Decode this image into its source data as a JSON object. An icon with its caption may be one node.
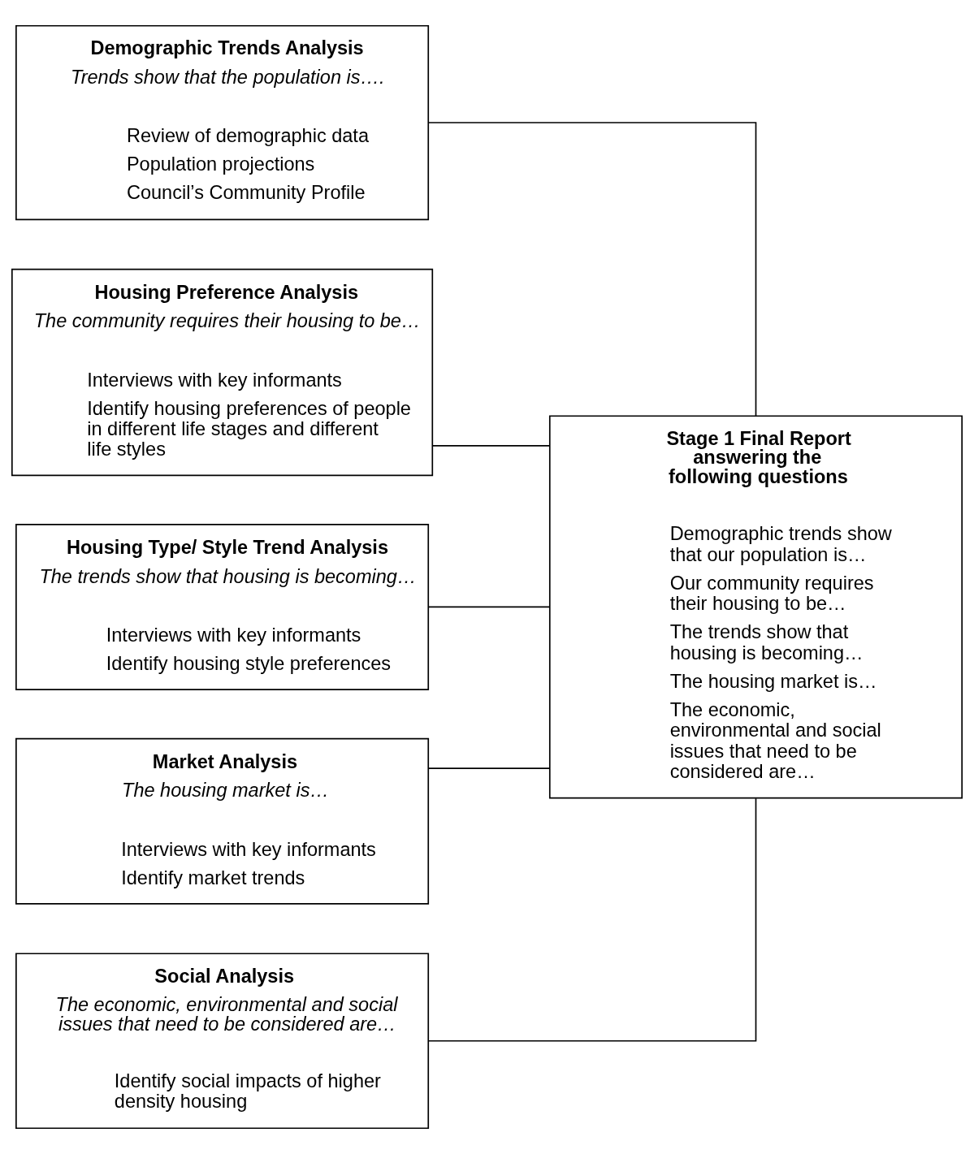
{
  "diagram": {
    "nodes": [
      {
        "text": [
          "Demographic Trends Analysis",
          "Trends show that the population is….",
          "Review of demographic data",
          "Population projections",
          "Council’s Community Profile"
        ]
      },
      {
        "text": [
          "Housing Preference Analysis",
          "The community requires their housing to be…",
          "Interviews with key informants",
          "Identify housing preferences of people in different life stages and different life styles"
        ]
      },
      {
        "text": [
          "Housing Type/ Style Trend Analysis",
          "The trends show that housing is becoming…",
          "Interviews with key informants",
          "Identify housing style preferences"
        ]
      },
      {
        "text": [
          "Market Analysis",
          "The housing market is…",
          "Interviews with key informants",
          "Identify market trends"
        ]
      },
      {
        "text": [
          "Social Analysis",
          "The economic, environmental and social issues that need to be considered are…",
          "Identify social impacts of higher density housing"
        ]
      },
      {
        "text": [
          "Stage 1 Final Report answering the following questions",
          "Demographic trends show that our population is…",
          "Our community requires their housing to be…",
          "The trends show that housing is becoming…",
          "The housing market is…",
          "The economic, environmental and social issues that need to be considered are…"
        ]
      }
    ],
    "edges": [
      {
        "from": 0,
        "to": 5,
        "arrow": "none"
      },
      {
        "from": 1,
        "to": 5,
        "arrow": "none"
      },
      {
        "from": 2,
        "to": 5,
        "arrow": "none"
      },
      {
        "from": 3,
        "to": 5,
        "arrow": "none"
      },
      {
        "from": 4,
        "to": 5,
        "arrow": "none"
      }
    ]
  }
}
